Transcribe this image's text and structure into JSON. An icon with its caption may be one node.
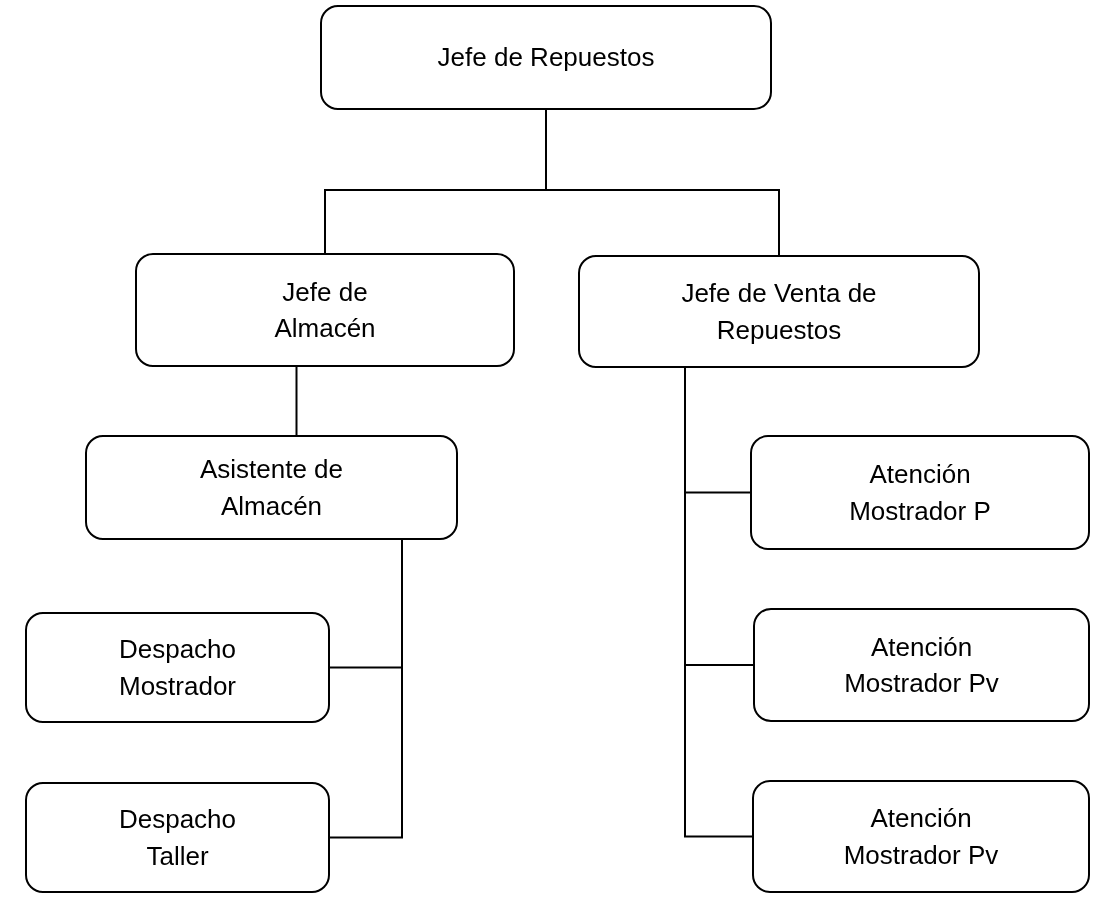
{
  "diagram": {
    "nodes": [
      {
        "text": [
          "Jefe de Repuestos"
        ]
      },
      {
        "text": [
          "Jefe de Almacén"
        ]
      },
      {
        "text": [
          "Jefe de Venta de Repuestos"
        ]
      },
      {
        "text": [
          "Asistente de Almacén"
        ]
      },
      {
        "text": [
          "Despacho Mostrador"
        ]
      },
      {
        "text": [
          "Despacho Taller"
        ]
      },
      {
        "text": [
          "Atención Mostrador P"
        ]
      },
      {
        "text": [
          "Atención Mostrador Pv"
        ]
      },
      {
        "text": [
          "Atención Mostrador Pv"
        ]
      }
    ],
    "edges": [
      {
        "from": 0,
        "to": 1,
        "arrow": "none"
      },
      {
        "from": 0,
        "to": 2,
        "arrow": "none"
      },
      {
        "from": 1,
        "to": 3,
        "arrow": "none"
      },
      {
        "from": 3,
        "to": 4,
        "arrow": "none"
      },
      {
        "from": 3,
        "to": 5,
        "arrow": "none"
      },
      {
        "from": 2,
        "to": 6,
        "arrow": "none"
      },
      {
        "from": 2,
        "to": 7,
        "arrow": "none"
      },
      {
        "from": 2,
        "to": 8,
        "arrow": "none"
      }
    ]
  }
}
